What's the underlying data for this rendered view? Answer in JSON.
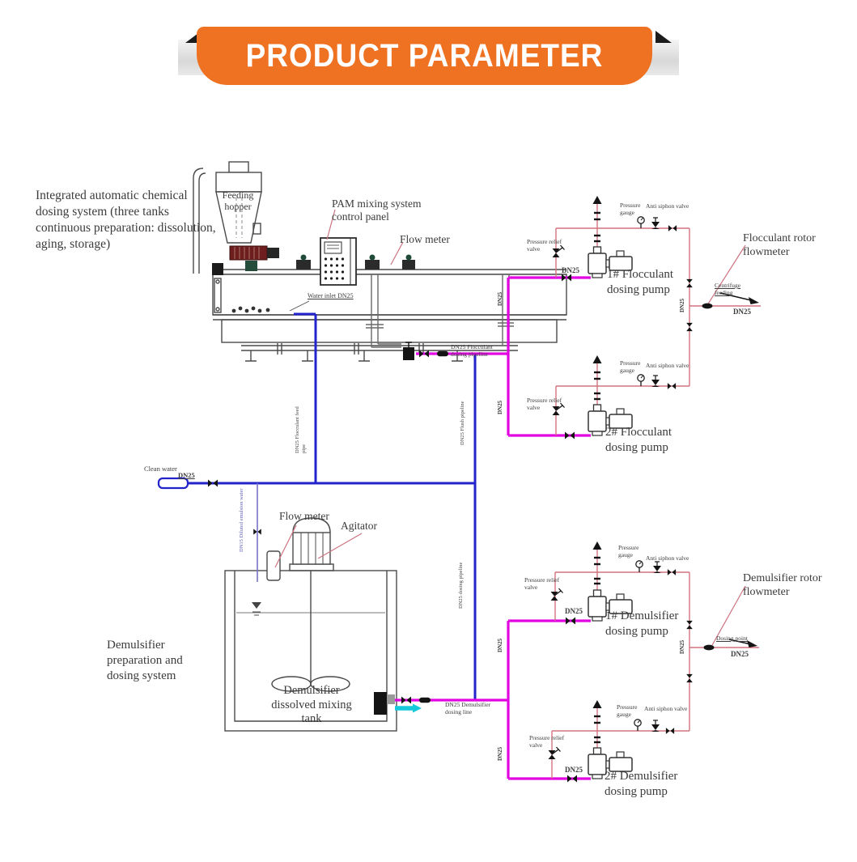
{
  "header": {
    "title": "PRODUCT PARAMETER"
  },
  "colors": {
    "accent_orange": "#ee7222",
    "pipe_blue": "#2323cc",
    "pipe_magenta": "#e205e2",
    "pipe_red": "#d4737f",
    "pipe_cyan": "#16c9da"
  },
  "ann": {
    "sys1_desc": "Integrated automatic chemical dosing system (three tanks continuous preparation: dissolution, aging, storage)",
    "sys2_desc": "Demulsifier preparation and dosing system",
    "feeding_hopper": "Feeding hopper",
    "pam_panel": "PAM mixing system control panel",
    "flow_meter": "Flow meter",
    "agitator": "Agitator",
    "water_inlet": "Water inlet DN25",
    "clean_water": "Clean water",
    "dn25": "DN25",
    "pump_f1": "1# Flocculant dosing pump",
    "pump_f2": "2# Flocculant dosing pump",
    "pump_d1": "1# Demulsifier dosing pump",
    "pump_d2": "2# Demulsifier dosing pump",
    "pressure_gauge": "Pressure gauge",
    "anti_siphon": "Anti siphon valve",
    "pressure_relief": "Pressure relief valve",
    "flocc_rotor": "Flocculant rotor flowmeter",
    "dem_rotor": "Demulsifier rotor flowmeter",
    "centrifuge_feeding": "Centrifuge feeding",
    "dosing_point": "Dosing point",
    "diluted_line": "DN15 Diluted emulsion water",
    "feed_pipe": "DN25 Flocculant feed pipe",
    "flush_pipe": "DN25 Flush pipeline",
    "dosing_pipe": "DN25 dosing pipeline",
    "flocc_dosing_line": "DN25 Flocculant dosing pipeline",
    "dem_dosing_line": "DN25 Demulsifier dosing line",
    "tank_label": "Demulsifier dissolved mixing tank"
  }
}
